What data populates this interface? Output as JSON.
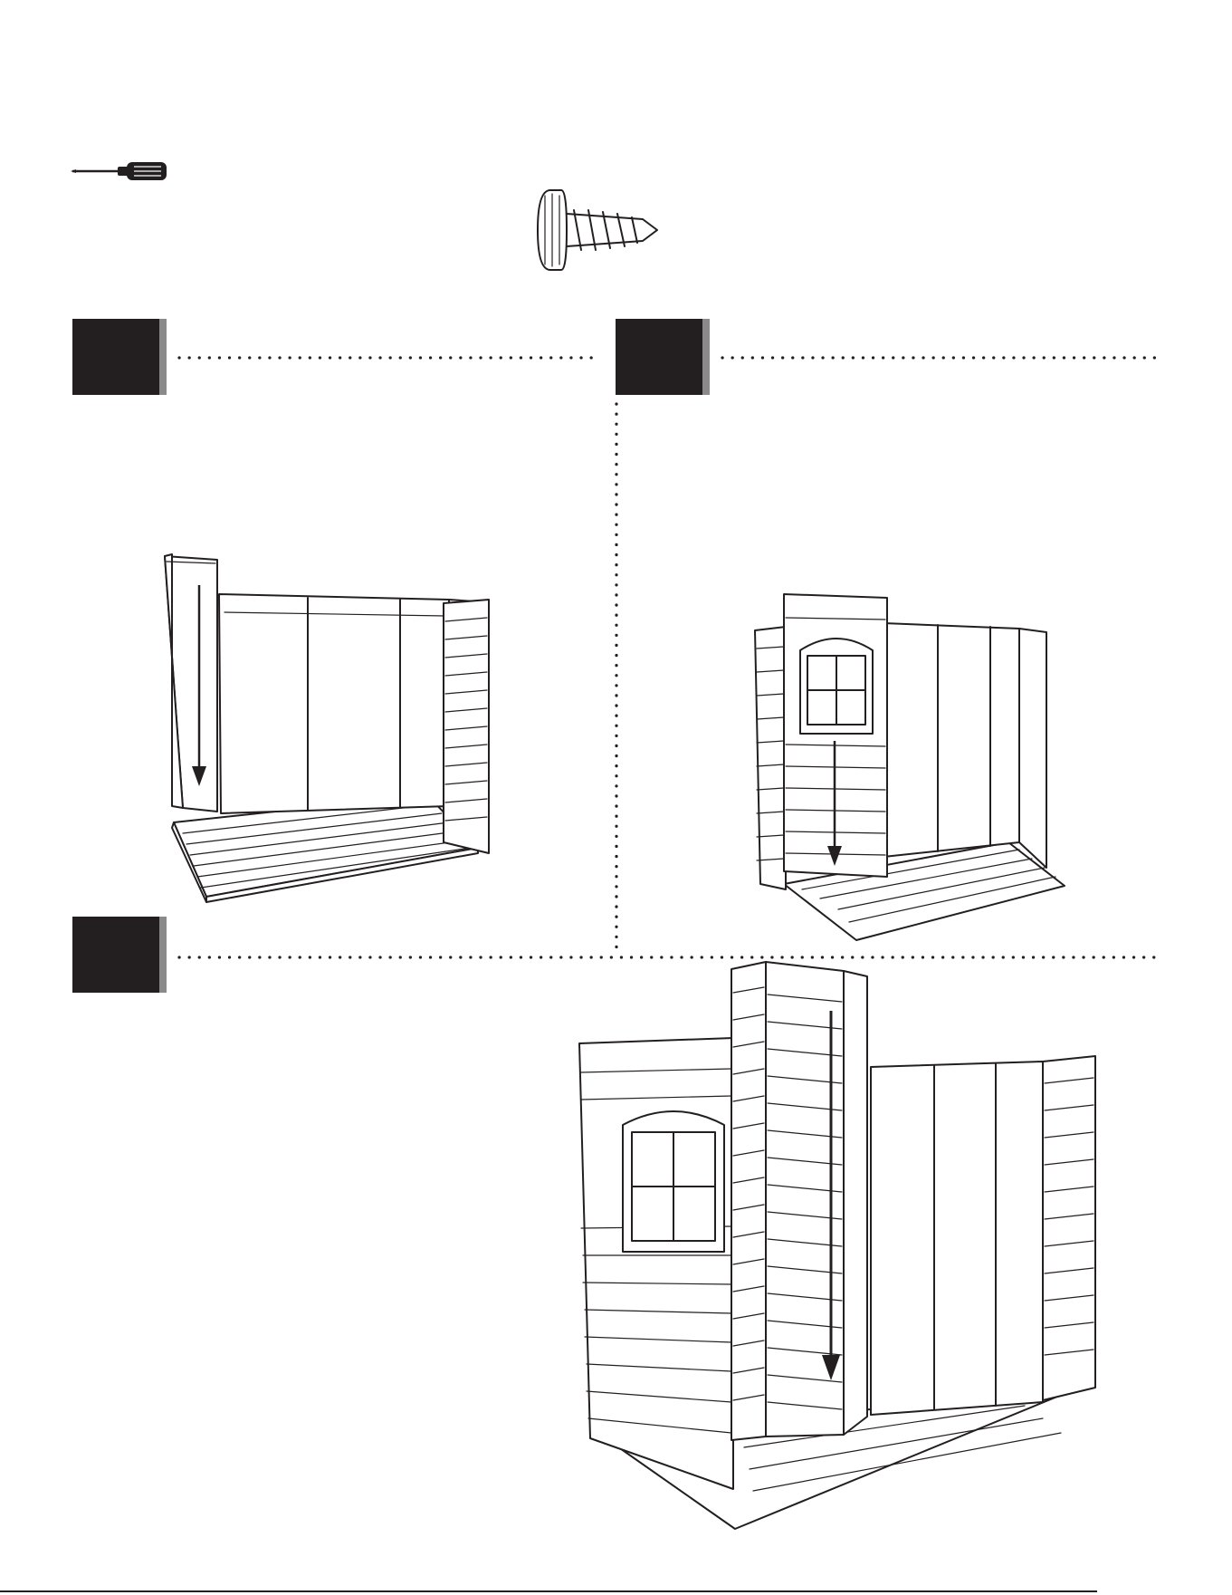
{
  "page": {
    "tools": [
      {
        "icon": "screwdriver-icon"
      },
      {
        "icon": "screw-icon"
      }
    ],
    "steps": [
      {
        "marker": "step-marker-1",
        "illustration": "floor-with-back-wall-and-side-panel-being-lowered"
      },
      {
        "marker": "step-marker-2",
        "illustration": "front-window-panel-being-lowered"
      },
      {
        "marker": "step-marker-3",
        "illustration": "corner-post-being-lowered"
      }
    ],
    "colors": {
      "ink": "#231f20",
      "accent_gray": "#8a8a8a",
      "paper": "#ffffff"
    }
  }
}
